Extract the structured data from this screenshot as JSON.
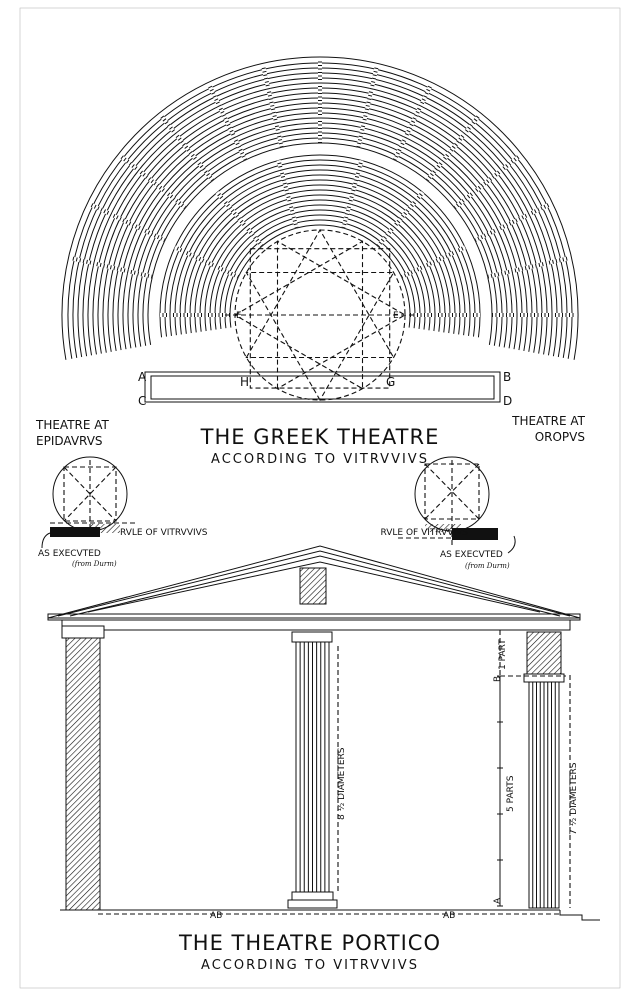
{
  "greek_theatre": {
    "title": "THE GREEK THEATRE",
    "subtitle": "ACCORDING TO VITRVVIVS",
    "plan_labels": {
      "A": "A",
      "B": "B",
      "C": "C",
      "D": "D",
      "H": "H",
      "G": "G",
      "E": "E",
      "F": "E"
    }
  },
  "epidaurus": {
    "title_line1": "THEATRE AT",
    "title_line2": "EPIDAVRVS",
    "rule": "RVLE OF VITRVVIVS",
    "executed": "AS EXECVTED",
    "source": "(from Durm)"
  },
  "oropus": {
    "title_line1": "THEATRE AT",
    "title_line2": "OROPVS",
    "rule": "RVLE OF VITRVVIVS",
    "executed": "AS EXECVTED",
    "source": "(from Durm)"
  },
  "portico": {
    "title": "THE THEATRE PORTICO",
    "subtitle": "ACCORDING TO VITRVVIVS",
    "center_dim": "8 ½ DIAMETERS",
    "right_dim": "7 ½ DIAMETERS",
    "parts": "5 PARTS",
    "one_part": "1 PART",
    "label_A": "A",
    "label_B": "B",
    "ab_left": "AB",
    "ab_right": "AB"
  },
  "colors": {
    "ink": "#111111",
    "paper": "#ffffff"
  }
}
